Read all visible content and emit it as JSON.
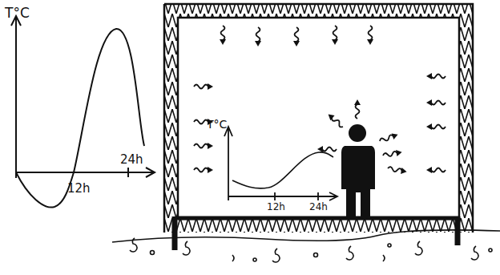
{
  "diagram": {
    "labels": [
      "T°C",
      "12h",
      "24h",
      "T°C",
      "12h",
      "24h"
    ]
  }
}
